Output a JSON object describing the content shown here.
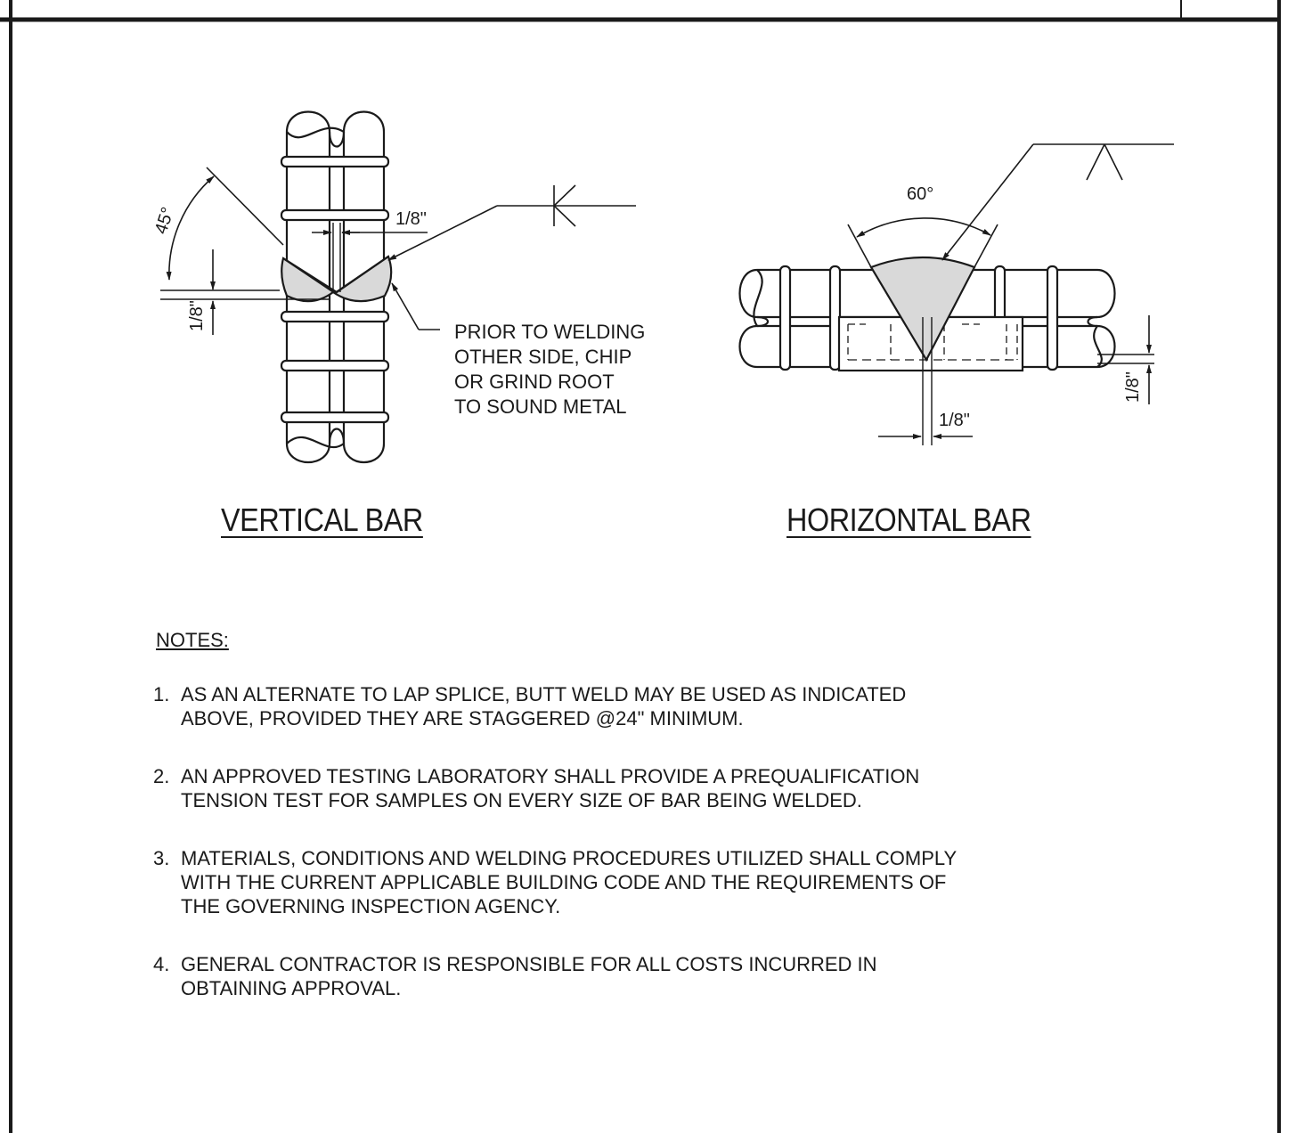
{
  "vertical": {
    "angle": "45°",
    "gap_dim": "1/8\"",
    "root_dim": "1/8\"",
    "callout": "PRIOR TO WELDING\nOTHER SIDE, CHIP\nOR GRIND ROOT\nTO SOUND METAL",
    "title": "VERTICAL BAR"
  },
  "horizontal": {
    "angle": "60°",
    "root_dim": "1/8\"",
    "gap_dim": "1/8\"",
    "title": "HORIZONTAL BAR"
  },
  "notes": {
    "title": "NOTES:",
    "items": [
      {
        "num": "1.",
        "text": "AS AN ALTERNATE TO LAP SPLICE, BUTT WELD MAY BE USED AS INDICATED\nABOVE, PROVIDED THEY ARE STAGGERED @24\" MINIMUM."
      },
      {
        "num": "2.",
        "text": "AN APPROVED TESTING LABORATORY SHALL PROVIDE A PREQUALIFICATION\nTENSION TEST FOR SAMPLES ON EVERY SIZE OF BAR BEING WELDED."
      },
      {
        "num": "3.",
        "text": "MATERIALS, CONDITIONS AND WELDING PROCEDURES UTILIZED SHALL COMPLY\nWITH THE CURRENT APPLICABLE BUILDING CODE AND THE REQUIREMENTS OF\nTHE GOVERNING INSPECTION AGENCY."
      },
      {
        "num": "4.",
        "text": "GENERAL CONTRACTOR IS RESPONSIBLE FOR ALL COSTS INCURRED IN\nOBTAINING APPROVAL."
      }
    ]
  },
  "colors": {
    "line": "#1a1a1a",
    "weld_fill": "#d9d9d9",
    "background": "#ffffff"
  }
}
